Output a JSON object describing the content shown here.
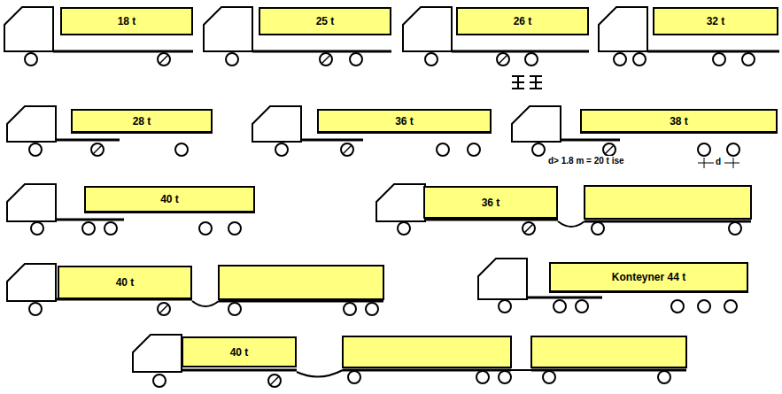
{
  "diagram": {
    "nodes": [
      {
        "text": [
          "18 t"
        ]
      },
      {
        "text": [
          "25 t"
        ]
      },
      {
        "text": [
          "26 t"
        ]
      },
      {
        "text": [
          "32 t"
        ]
      },
      {
        "text": [
          "28 t"
        ]
      },
      {
        "text": [
          "36 t"
        ]
      },
      {
        "text": [
          "38 t"
        ]
      },
      {
        "text": [
          "40 t"
        ]
      },
      {
        "text": [
          "36 t"
        ]
      },
      {
        "text": [
          "40 t"
        ]
      },
      {
        "text": [
          "Konteyner 44 t"
        ]
      },
      {
        "text": [
          "40 t"
        ]
      }
    ],
    "labels": [
      "d> 1.8 m = 20 t ise",
      "d"
    ]
  }
}
